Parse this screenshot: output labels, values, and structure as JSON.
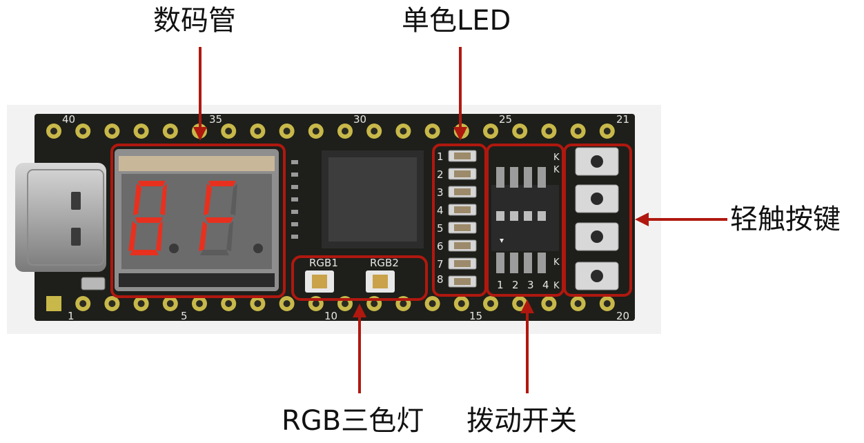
{
  "labels": {
    "seven_segment": "数码管",
    "single_led": "单色LED",
    "tactile_buttons": "轻触按键",
    "rgb_led": "RGB三色灯",
    "dip_switch": "拨动开关"
  },
  "board": {
    "pin_numbers_top": [
      "40",
      "35",
      "30",
      "25",
      "21"
    ],
    "pin_numbers_bottom": [
      "1",
      "5",
      "10",
      "15",
      "20"
    ],
    "display_digits": [
      "8.",
      "F."
    ],
    "rgb_labels": [
      "RGB1",
      "RGB2"
    ],
    "led_numbers": [
      "1",
      "2",
      "3",
      "4",
      "5",
      "6",
      "7",
      "8"
    ],
    "dip_numbers": [
      "1",
      "2",
      "3",
      "4"
    ],
    "dip_k_labels": [
      "K",
      "K",
      "K",
      "K"
    ]
  },
  "colors": {
    "annotation": "#b0180f",
    "pcb": "#1e1f1a",
    "pad_gold": "#c8b84a",
    "segment_on": "#e8301f"
  }
}
